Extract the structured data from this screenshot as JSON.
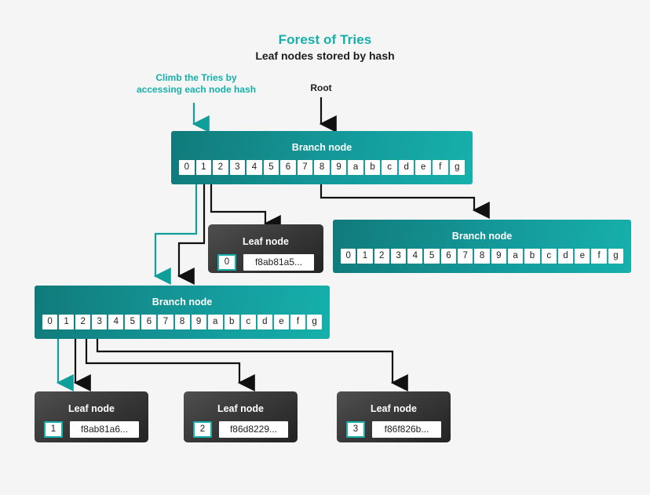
{
  "header": {
    "title": "Forest of Tries",
    "subtitle": "Leaf nodes stored by hash"
  },
  "annotations": {
    "climb": "Climb the Tries by accessing each node hash",
    "climb_line1": "Climb the Tries by",
    "climb_line2": "accessing each node hash",
    "root": "Root"
  },
  "labels": {
    "branch_node": "Branch node",
    "leaf_node": "Leaf node"
  },
  "cell_keys": [
    "0",
    "1",
    "2",
    "3",
    "4",
    "5",
    "6",
    "7",
    "8",
    "9",
    "a",
    "b",
    "c",
    "d",
    "e",
    "f",
    "g"
  ],
  "nodes": {
    "branch_root": {
      "label": "Branch node",
      "cells": [
        "0",
        "1",
        "2",
        "3",
        "4",
        "5",
        "6",
        "7",
        "8",
        "9",
        "a",
        "b",
        "c",
        "d",
        "e",
        "f",
        "g"
      ]
    },
    "branch_right": {
      "label": "Branch node",
      "cells": [
        "0",
        "1",
        "2",
        "3",
        "4",
        "5",
        "6",
        "7",
        "8",
        "9",
        "a",
        "b",
        "c",
        "d",
        "e",
        "f",
        "g"
      ]
    },
    "branch_left": {
      "label": "Branch node",
      "cells": [
        "0",
        "1",
        "2",
        "3",
        "4",
        "5",
        "6",
        "7",
        "8",
        "9",
        "a",
        "b",
        "c",
        "d",
        "e",
        "f",
        "g"
      ]
    },
    "leaf_top": {
      "label": "Leaf node",
      "index": "0",
      "hash": "f8ab81a5..."
    },
    "leaf_b1": {
      "label": "Leaf node",
      "index": "1",
      "hash": "f8ab81a6..."
    },
    "leaf_b2": {
      "label": "Leaf node",
      "index": "2",
      "hash": "f86d8229..."
    },
    "leaf_b3": {
      "label": "Leaf node",
      "index": "3",
      "hash": "f86f826b..."
    }
  },
  "colors": {
    "background": "#f5f5f5",
    "accent_teal": "#16b0ab",
    "teal_dark": "#117a7a",
    "node_dark": "#2e2e2e",
    "wire_black": "#111111",
    "text_dark": "#1d1d1d"
  }
}
